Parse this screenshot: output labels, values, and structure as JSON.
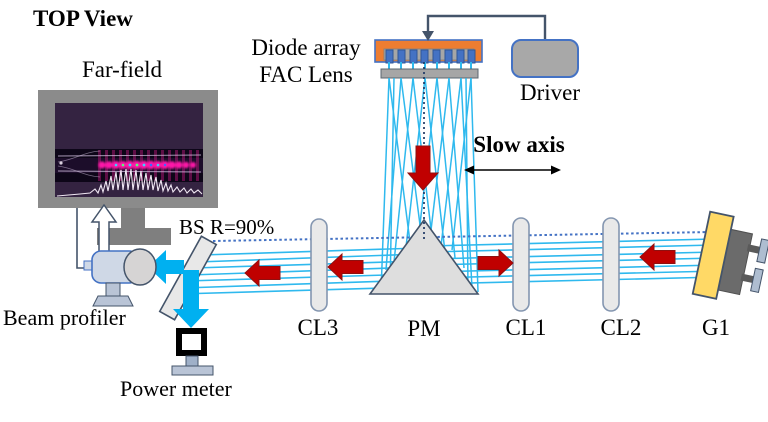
{
  "title": "TOP View",
  "monitor": {
    "label": "Far-field"
  },
  "diode": {
    "line1": "Diode array",
    "line2": "FAC Lens"
  },
  "driver": {
    "label": "Driver"
  },
  "axis": {
    "slow_label": "Slow axis"
  },
  "beam_splitter": {
    "label": "BS R=90%"
  },
  "beam_profiler": {
    "label": "Beam profiler"
  },
  "power_meter": {
    "label": "Power meter"
  },
  "optics": {
    "cl1": "CL1",
    "cl2": "CL2",
    "cl3": "CL3",
    "pm": "PM",
    "g1": "G1"
  },
  "colors": {
    "beam": "#2fb9ee",
    "thick_arrow": "#00b0f0",
    "red_arrow": "#c00000",
    "dotted_axis": "#4472c4",
    "diode_housing": "#ed7d31",
    "emitter": "#4472c4",
    "grating": "#ffd966",
    "gray": "#a6a6a6"
  }
}
